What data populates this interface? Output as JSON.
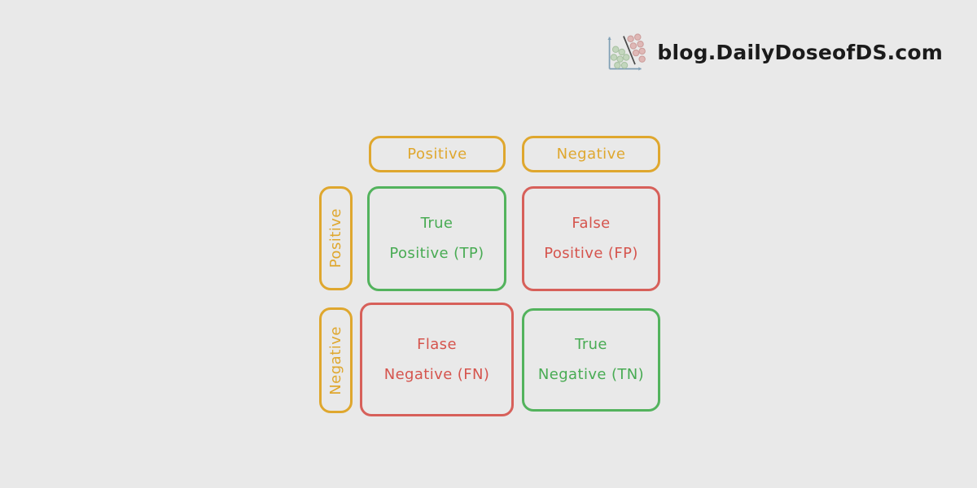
{
  "branding": {
    "text": "blog.DailyDoseofDS.com",
    "logo": "scatter-plot-icon"
  },
  "colors": {
    "background": "#e9e9e9",
    "header_yellow": "#dfa72e",
    "positive_green": "#53b35d",
    "negative_red": "#d7605a",
    "brand_text": "#1b1b1b",
    "logo_green_dot": "#c3d6bd",
    "logo_red_dot": "#dfb8b6",
    "logo_axis": "#7f9fb5"
  },
  "matrix": {
    "predicted_headers": [
      "Positive",
      "Negative"
    ],
    "actual_headers": [
      "Positive",
      "Negative"
    ],
    "cells": [
      {
        "id": "true-positive",
        "line1": "True",
        "line2": "Positive (TP)",
        "color": "green"
      },
      {
        "id": "false-positive",
        "line1": "False",
        "line2": "Positive (FP)",
        "color": "red"
      },
      {
        "id": "false-negative",
        "line1": "Flase",
        "line2": "Negative (FN)",
        "color": "red"
      },
      {
        "id": "true-negative",
        "line1": "True",
        "line2": "Negative (TN)",
        "color": "green"
      }
    ]
  }
}
